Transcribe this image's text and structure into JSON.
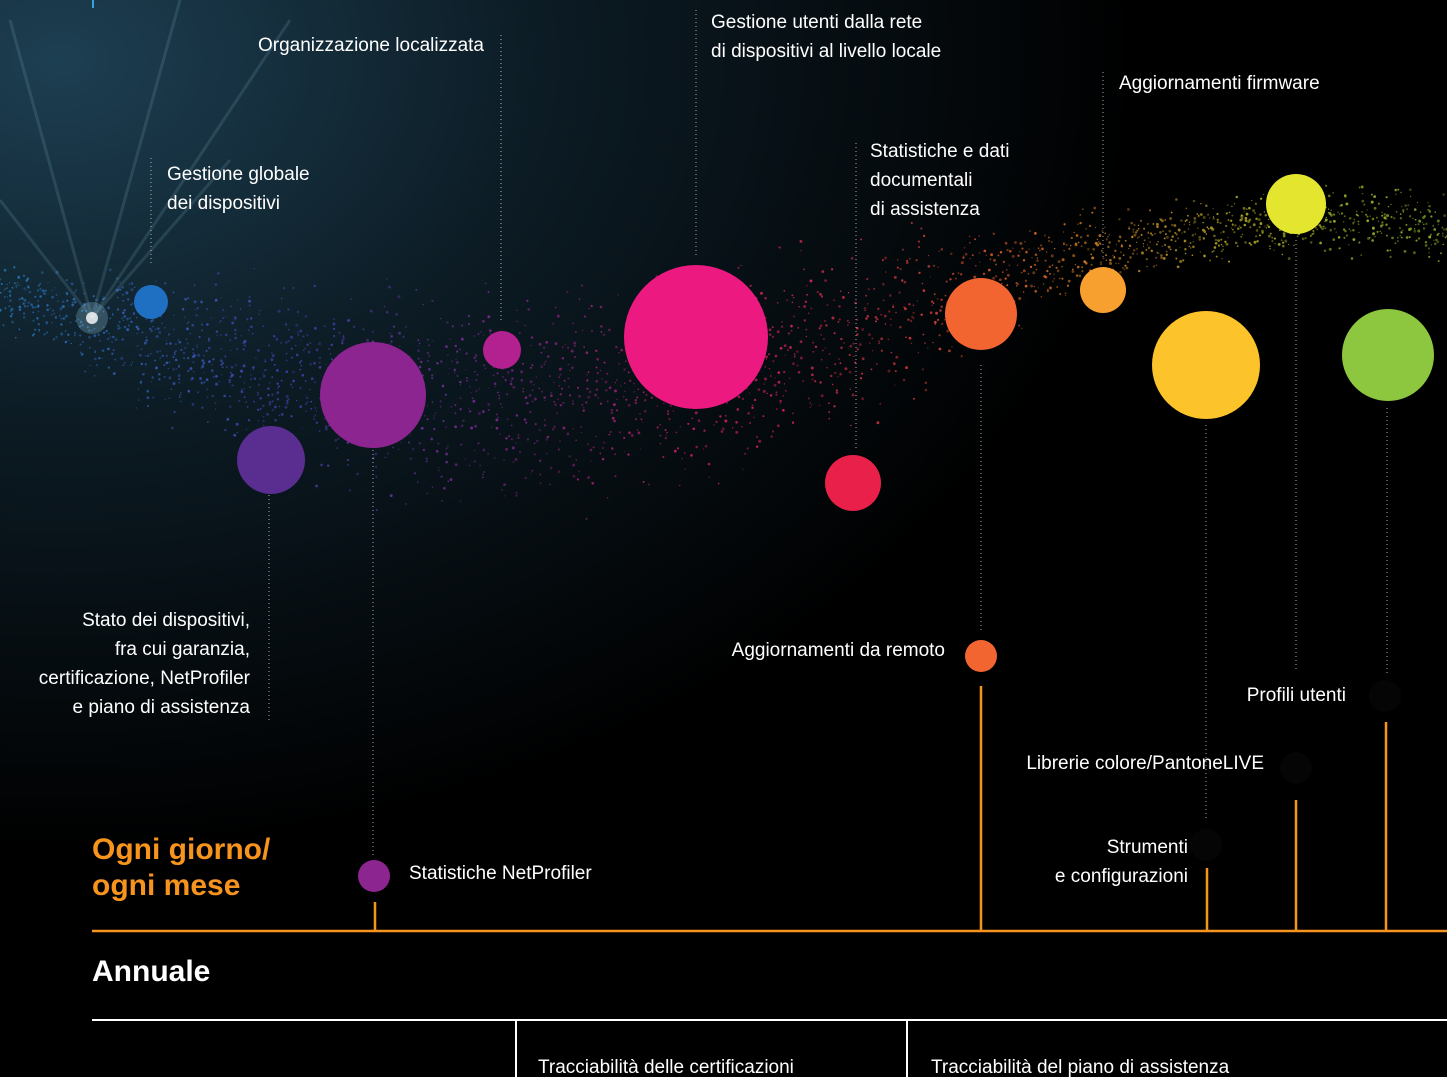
{
  "labels": {
    "global_management": [
      "Gestione globale",
      "dei dispositivi"
    ],
    "localized_organization": [
      "Organizzazione localizzata"
    ],
    "users_network": [
      "Gestione utenti dalla rete",
      "di dispositivi al livello locale"
    ],
    "stats_docs": [
      "Statistiche e dati",
      "documentali",
      "di assistenza"
    ],
    "firmware_updates": [
      "Aggiornamenti firmware"
    ],
    "device_status": [
      "Stato dei dispositivi,",
      "fra cui garanzia,",
      "certificazione, NetProfiler",
      "e piano di assistenza"
    ],
    "netprofiler_stats": [
      "Statistiche NetProfiler"
    ],
    "remote_updates": [
      "Aggiornamenti da remoto"
    ],
    "user_profiles": [
      "Profili utenti"
    ],
    "color_libraries": [
      "Librerie colore/PantoneLIVE"
    ],
    "tools_configurations": [
      "Strumenti",
      "e configurazioni"
    ]
  },
  "sections": {
    "daily": [
      "Ogni giorno/",
      "ogni mese"
    ],
    "annual": "Annuale"
  },
  "annual_items": [
    "Tracciabilità delle certificazioni",
    "Tracciabilità del piano di assistenza"
  ],
  "colors": {
    "accent_orange": "#f7941d",
    "blue": "#1f6fc2",
    "indigo": "#5a2d91",
    "purple": "#8c2590",
    "magenta": "#b3208f",
    "pink": "#ec1a80",
    "red": "#e8204a",
    "orange_red": "#f26430",
    "orange": "#f7a030",
    "yellow": "#fdc32b",
    "lemon": "#e4e52f",
    "green": "#8dc63f"
  }
}
